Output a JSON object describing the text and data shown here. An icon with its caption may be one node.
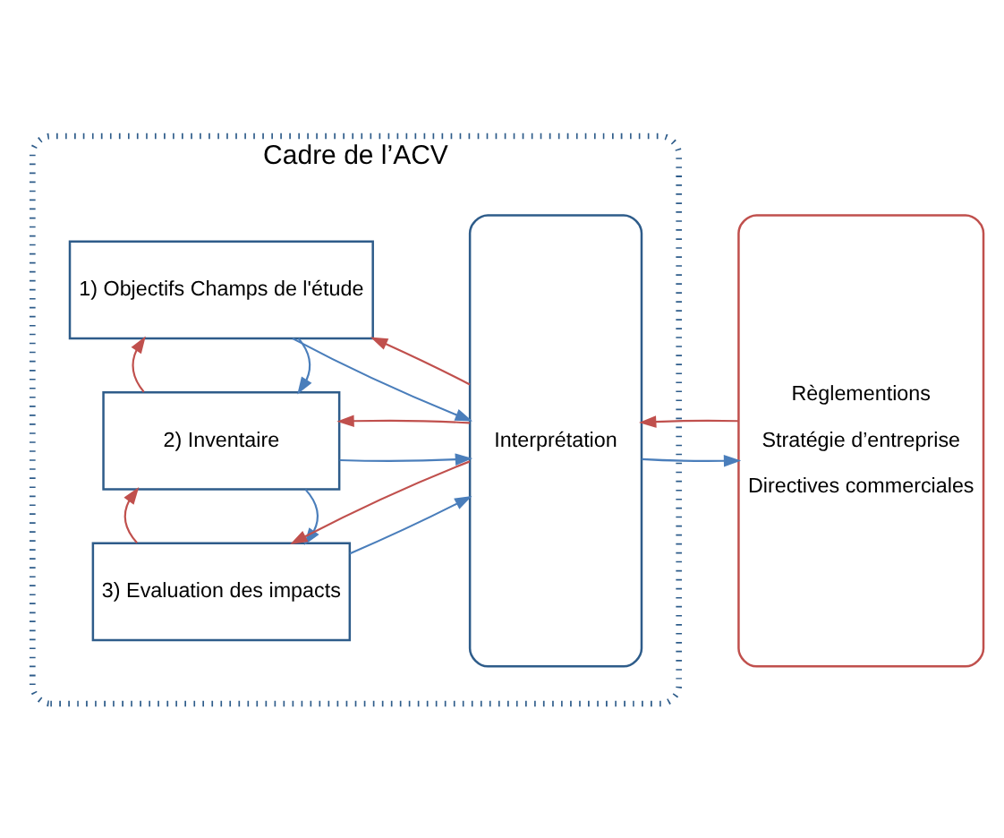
{
  "diagram": {
    "nodes": [
      {
        "text": [
          "Cadre de l’ACV"
        ]
      },
      {
        "text": [
          "1) Objectifs Champs de l'étude"
        ],
        "in": 0
      },
      {
        "text": [
          "2) Inventaire"
        ],
        "in": 0
      },
      {
        "text": [
          "3) Evaluation des impacts"
        ],
        "in": 0
      },
      {
        "text": [
          "Interprétation"
        ],
        "in": 0
      },
      {
        "text": [
          "Règlementions",
          "Stratégie d’entreprise",
          "Directives commerciales"
        ]
      }
    ],
    "edges": [
      {
        "from": 1,
        "to": 4,
        "arrow": "to",
        "color": "#4a7ebb"
      },
      {
        "from": 4,
        "to": 1,
        "arrow": "to",
        "color": "#c0504d"
      },
      {
        "from": 1,
        "to": 2,
        "arrow": "to",
        "color": "#4a7ebb"
      },
      {
        "from": 2,
        "to": 1,
        "arrow": "to",
        "color": "#c0504d"
      },
      {
        "from": 2,
        "to": 4,
        "arrow": "to",
        "color": "#4a7ebb"
      },
      {
        "from": 4,
        "to": 2,
        "arrow": "to",
        "color": "#c0504d"
      },
      {
        "from": 2,
        "to": 3,
        "arrow": "to",
        "color": "#4a7ebb"
      },
      {
        "from": 3,
        "to": 2,
        "arrow": "to",
        "color": "#c0504d"
      },
      {
        "from": 3,
        "to": 4,
        "arrow": "to",
        "color": "#4a7ebb"
      },
      {
        "from": 4,
        "to": 3,
        "arrow": "to",
        "color": "#c0504d"
      },
      {
        "from": 4,
        "to": 5,
        "arrow": "to",
        "color": "#4a7ebb"
      },
      {
        "from": 5,
        "to": 4,
        "arrow": "to",
        "color": "#c0504d"
      }
    ]
  }
}
